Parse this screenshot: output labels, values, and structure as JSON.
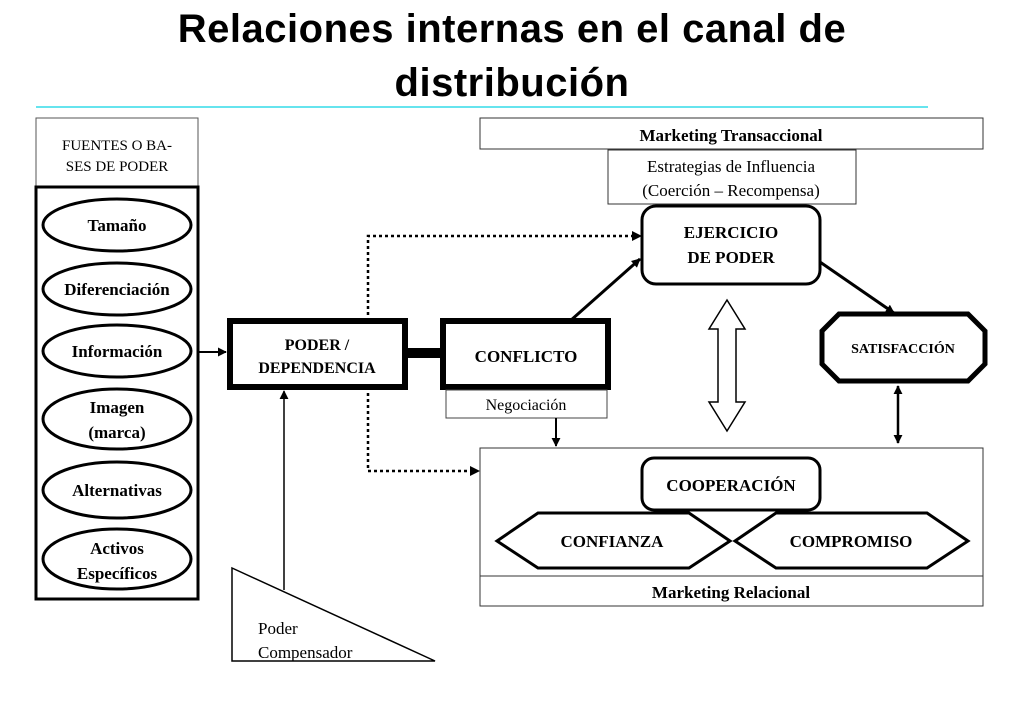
{
  "title": {
    "line1": "Relaciones internas en el canal de",
    "line2": "distribución"
  },
  "fuentes": {
    "header_line1": "FUENTES O BA-",
    "header_line2": "SES DE PODER",
    "items": [
      {
        "line1": "Tamaño",
        "line2": ""
      },
      {
        "line1": "Diferenciación",
        "line2": ""
      },
      {
        "line1": "Información",
        "line2": ""
      },
      {
        "line1": "Imagen",
        "line2": "(marca)"
      },
      {
        "line1": "Alternativas",
        "line2": ""
      },
      {
        "line1": "Activos",
        "line2": "Específicos"
      }
    ]
  },
  "poder_dependencia": {
    "line1": "PODER /",
    "line2": "DEPENDENCIA"
  },
  "conflicto": {
    "label": "CONFLICTO",
    "sub": "Negociación"
  },
  "marketing_transaccional": "Marketing  Transaccional",
  "estrategias": {
    "line1": "Estrategias de Influencia",
    "line2": "(Coerción – Recompensa)"
  },
  "ejercicio": {
    "line1": "EJERCICIO",
    "line2": "DE  PODER"
  },
  "satisfaccion": "SATISFACCIÓN",
  "cooperacion": "COOPERACIÓN",
  "confianza": "CONFIANZA",
  "compromiso": "COMPROMISO",
  "marketing_relacional": "Marketing  Relacional",
  "poder_compensador": {
    "line1": "Poder",
    "line2": "Compensador"
  }
}
